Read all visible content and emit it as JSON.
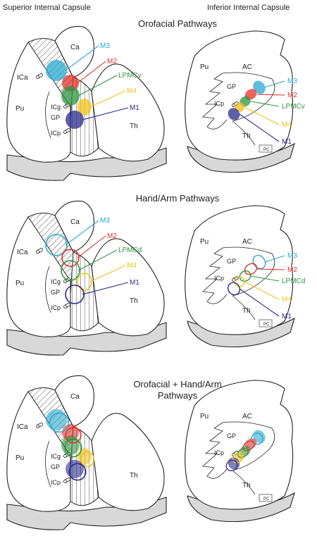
{
  "columns": {
    "left": "Superior Internal Capsule",
    "right": "Inferior Internal Capsule"
  },
  "panels": [
    {
      "title": "Orofacial Pathways",
      "left_labels": {
        "ca": "Ca",
        "ica": "ICa",
        "pu": "Pu",
        "icg": "ICg",
        "gp": "GP",
        "icp": "ICp",
        "th": "Th"
      },
      "right_labels": {
        "pu": "Pu",
        "ac": "AC",
        "gp": "GP",
        "icp": "ICp",
        "th": "Th",
        "pc": "PC"
      },
      "areas": [
        {
          "name": "M3",
          "color": "#2aa8cf"
        },
        {
          "name": "M2",
          "color": "#e2302a"
        },
        {
          "name": "LPMCv",
          "color": "#2e9440"
        },
        {
          "name": "M4",
          "color": "#f0c21a"
        },
        {
          "name": "M1",
          "color": "#2a2a8c"
        }
      ]
    },
    {
      "title": "Hand/Arm Pathways",
      "left_labels": {
        "ca": "Ca",
        "ica": "ICa",
        "pu": "Pu",
        "icg": "ICg",
        "gp": "GP",
        "icp": "ICp",
        "th": "Th"
      },
      "right_labels": {
        "pu": "Pu",
        "ac": "AC",
        "gp": "GP",
        "icp": "ICp",
        "th": "Th",
        "pc": "PC"
      },
      "areas": [
        {
          "name": "M3",
          "color": "#2aa8cf"
        },
        {
          "name": "M2",
          "color": "#e2302a"
        },
        {
          "name": "LPMCd",
          "color": "#2e9440"
        },
        {
          "name": "M4",
          "color": "#f0c21a"
        },
        {
          "name": "M1",
          "color": "#2a2a8c"
        }
      ]
    },
    {
      "title": "Orofacial + Hand/Arm\nPathways",
      "left_labels": {
        "ca": "Ca",
        "ica": "ICa",
        "pu": "Pu",
        "icg": "ICg",
        "gp": "GP",
        "icp": "ICp",
        "th": "Th"
      },
      "right_labels": {
        "pu": "Pu",
        "ac": "AC",
        "gp": "GP",
        "icp": "ICp",
        "th": "Th",
        "pc": "PC"
      },
      "areas": []
    }
  ]
}
